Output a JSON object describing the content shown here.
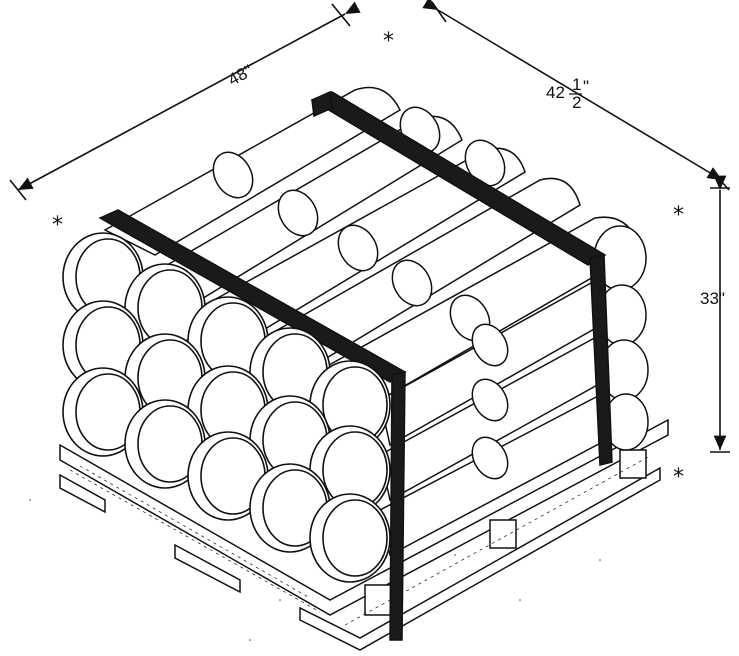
{
  "dimensions": {
    "length": {
      "whole": "48\""
    },
    "width": {
      "whole": "42",
      "frac_num": "1",
      "frac_den": "2",
      "inch_mark": "\""
    },
    "height": {
      "whole": "33\""
    },
    "marker": "*"
  },
  "colors": {
    "line": "#111111",
    "background": "#ffffff",
    "strap": "#1a1a1a"
  },
  "illustration": {
    "subject": "palletized-tube-load",
    "rows": 4,
    "columns": 5
  }
}
